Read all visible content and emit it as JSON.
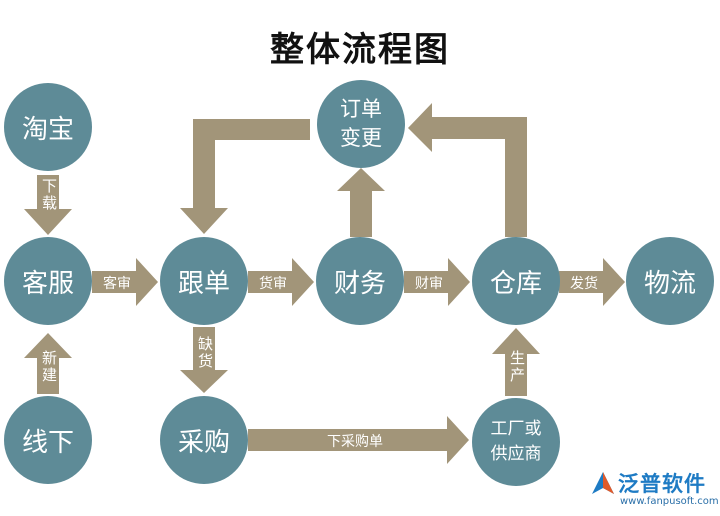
{
  "title": "整体流程图",
  "colors": {
    "node": "#5e8b97",
    "arrow": "#a29579",
    "title": "#111111",
    "logo": "#1e7bc4"
  },
  "nodes": {
    "taobao": "淘宝",
    "kefu": "客服",
    "xianxia": "线下",
    "gendan": "跟单",
    "caigou": "采购",
    "caiwu": "财务",
    "dingdan_biangeng": [
      "订单",
      "变更"
    ],
    "cangku": "仓库",
    "wuliu": "物流",
    "gongchang": [
      "工厂或",
      "供应商"
    ]
  },
  "edges": {
    "download": "下载",
    "new_build": "新建",
    "customer_review": "客审",
    "goods_review": "货审",
    "finance_review": "财审",
    "ship": "发货",
    "out_of_stock": "缺货",
    "place_purchase": "下采购单",
    "production": "生产"
  },
  "logo": {
    "name": "泛普软件",
    "url": "www.fanpusoft.com",
    "icon": "fanpu-logo-icon"
  }
}
